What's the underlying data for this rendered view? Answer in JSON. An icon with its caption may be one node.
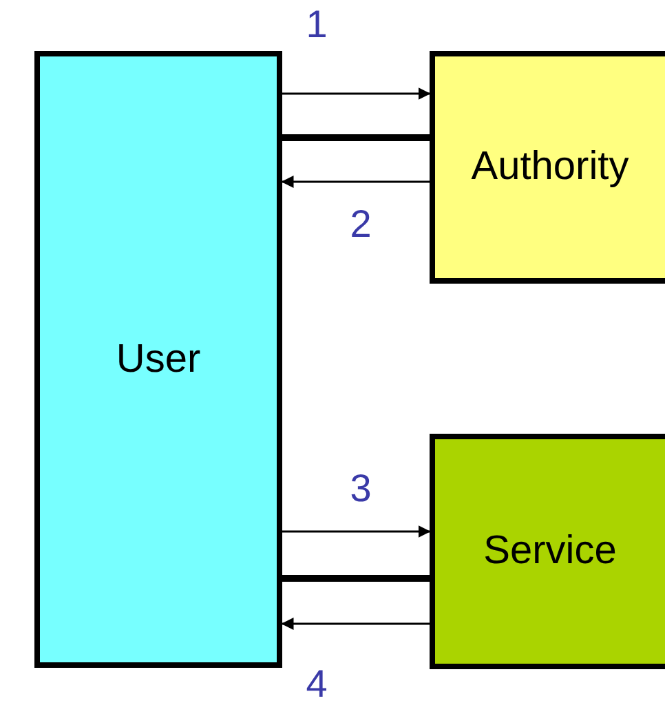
{
  "diagram": {
    "nodes": [
      {
        "text": [
          "User"
        ]
      },
      {
        "text": [
          "Authority"
        ]
      },
      {
        "text": [
          "Service"
        ]
      }
    ],
    "edges": [
      {
        "from": 0,
        "to": 1,
        "arrow": "to",
        "label": "1"
      },
      {
        "from": 0,
        "to": 1,
        "arrow": "none",
        "style": "thick"
      },
      {
        "from": 1,
        "to": 0,
        "arrow": "to",
        "label": "2"
      },
      {
        "from": 0,
        "to": 2,
        "arrow": "to",
        "label": "3"
      },
      {
        "from": 0,
        "to": 2,
        "arrow": "none",
        "style": "thick"
      },
      {
        "from": 2,
        "to": 0,
        "arrow": "to",
        "label": "4"
      }
    ]
  }
}
